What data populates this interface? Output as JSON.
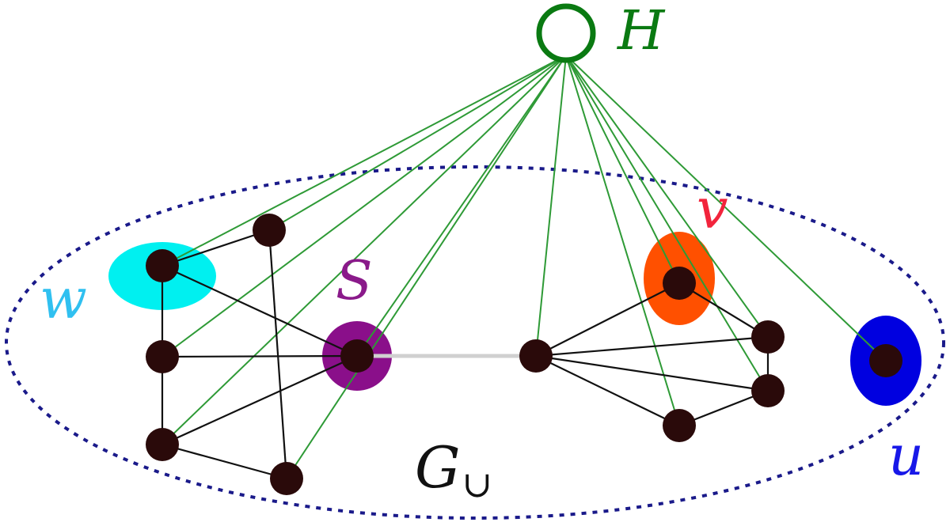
{
  "labels": {
    "H": "H",
    "v": "v",
    "S": "S",
    "w": "w",
    "u": "u",
    "G": "G",
    "G_sub": "∪"
  },
  "colors": {
    "H": "#0a7a12",
    "H_edges": "#2e9a36",
    "v_fill": "#ff5000",
    "v_label": "#f2243c",
    "S_fill": "#8a0f8a",
    "S_label": "#8a1a8a",
    "w_fill": "#00f0f0",
    "w_label": "#30c0f0",
    "u_fill": "#0000e0",
    "u_label": "#1818e8",
    "boundary": "#1a1a8a",
    "node": "#2a0a0a",
    "edge": "#111111",
    "bridge": "#d0d0d0",
    "G_label": "#111111"
  }
}
